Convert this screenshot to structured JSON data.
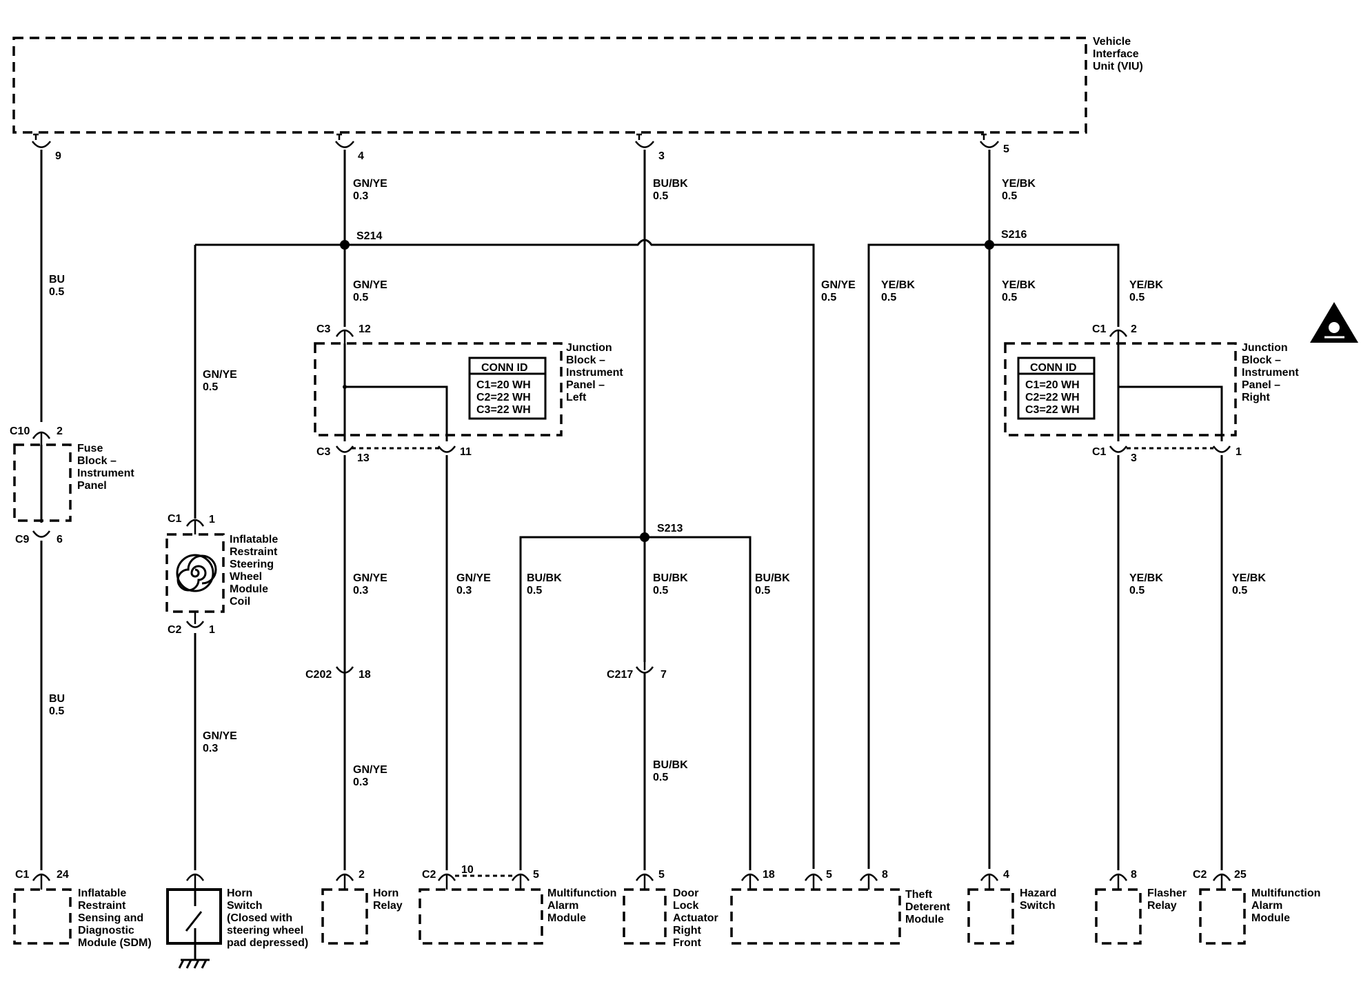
{
  "components": {
    "viu": [
      "Vehicle",
      "Interface",
      "Unit (VIU)"
    ],
    "jb_left": [
      "Junction",
      "Block –",
      "Instrument",
      "Panel –",
      "Left"
    ],
    "jb_right": [
      "Junction",
      "Block –",
      "Instrument",
      "Panel –",
      "Right"
    ],
    "fuse_block": [
      "Fuse",
      "Block –",
      "Instrument",
      "Panel"
    ],
    "coil": [
      "Inflatable",
      "Restraint",
      "Steering",
      "Wheel",
      "Module",
      "Coil"
    ],
    "sdm": [
      "Inflatable",
      "Restraint",
      "Sensing and",
      "Diagnostic",
      "Module (SDM)"
    ],
    "horn_switch": [
      "Horn",
      "Switch",
      "(Closed with",
      "steering wheel",
      "pad depressed)"
    ],
    "horn_relay": [
      "Horn",
      "Relay"
    ],
    "mfam_left": [
      "Multifunction",
      "Alarm",
      "Module"
    ],
    "door_lock": [
      "Door",
      "Lock",
      "Actuator",
      "Right",
      "Front"
    ],
    "theft": [
      "Theft",
      "Deterent",
      "Module"
    ],
    "hazard": [
      "Hazard",
      "Switch"
    ],
    "flasher": [
      "Flasher",
      "Relay"
    ],
    "mfam_right": [
      "Multifunction",
      "Alarm",
      "Module"
    ]
  },
  "conn_id": {
    "title": "CONN ID",
    "lines": [
      "C1=20 WH",
      "C2=22 WH",
      "C3=22 WH"
    ]
  },
  "splices": {
    "s214": "S214",
    "s216": "S216",
    "s213": "S213"
  },
  "pins": {
    "viu_9": "9",
    "viu_4": "4",
    "viu_3": "3",
    "viu_5": "5",
    "c3": "C3",
    "c3_12": "12",
    "c3_13": "13",
    "c3_11": "11",
    "c1": "C1",
    "c1_2": "2",
    "c1_3": "3",
    "c1_1": "1",
    "c10": "C10",
    "c10_2": "2",
    "c9": "C9",
    "c9_6": "6",
    "coil_c1": "C1",
    "coil_c1_1": "1",
    "coil_c2": "C2",
    "coil_c2_1": "1",
    "c202": "C202",
    "c202_18": "18",
    "c217": "C217",
    "c217_7": "7",
    "sdm_c1": "C1",
    "sdm_24": "24",
    "horn_relay_2": "2",
    "mfam_c2": "C2",
    "mfam_10": "10",
    "mfam_5": "5",
    "door_5": "5",
    "theft_18": "18",
    "theft_5": "5",
    "theft_8": "8",
    "hazard_4": "4",
    "flasher_8": "8",
    "mfam_r_c2": "C2",
    "mfam_r_25": "25"
  },
  "wires": {
    "w1": [
      "GN/YE",
      "0.3"
    ],
    "w2": [
      "BU/BK",
      "0.5"
    ],
    "w3": [
      "YE/BK",
      "0.5"
    ],
    "w4": [
      "BU",
      "0.5"
    ],
    "w5": [
      "GN/YE",
      "0.5"
    ],
    "w6": [
      "GN/YE",
      "0.5"
    ],
    "w7": [
      "GN/YE",
      "0.5"
    ],
    "w8": [
      "YE/BK",
      "0.5"
    ],
    "w9": [
      "YE/BK",
      "0.5"
    ],
    "w10": [
      "YE/BK",
      "0.5"
    ],
    "w11": [
      "GN/YE",
      "0.3"
    ],
    "w12": [
      "GN/YE",
      "0.3"
    ],
    "w13": [
      "BU/BK",
      "0.5"
    ],
    "w14": [
      "BU/BK",
      "0.5"
    ],
    "w15": [
      "BU/BK",
      "0.5"
    ],
    "w16": [
      "YE/BK",
      "0.5"
    ],
    "w17": [
      "YE/BK",
      "0.5"
    ],
    "w18": [
      "BU",
      "0.5"
    ],
    "w19": [
      "GN/YE",
      "0.3"
    ],
    "w20": [
      "GN/YE",
      "0.3"
    ],
    "w21": [
      "BU/BK",
      "0.5"
    ]
  }
}
